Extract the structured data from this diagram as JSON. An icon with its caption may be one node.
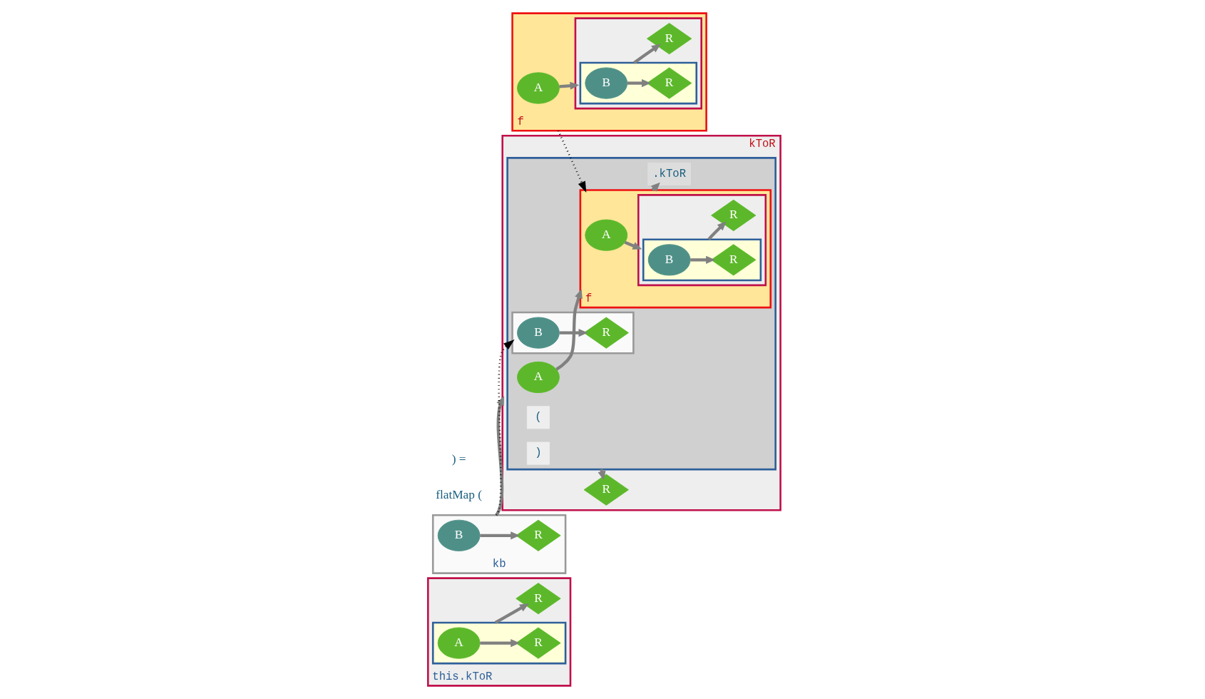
{
  "diagram": {
    "nodes": [
      {
        "text": [
          "this.kToR"
        ]
      },
      {
        "text": [],
        "shape": "box",
        "in": 0
      },
      {
        "text": [
          "A"
        ],
        "in": 1
      },
      {
        "text": [
          "R"
        ],
        "in": 1
      },
      {
        "text": [
          "R"
        ],
        "in": 0
      },
      {
        "text": [
          "f"
        ]
      },
      {
        "text": [
          "A"
        ],
        "in": 5
      },
      {
        "text": [],
        "shape": "box",
        "in": 5
      },
      {
        "text": [],
        "shape": "box",
        "in": 7
      },
      {
        "text": [
          "B"
        ],
        "in": 8
      },
      {
        "text": [
          "R"
        ],
        "in": 8
      },
      {
        "text": [
          "R"
        ],
        "in": 7
      },
      {
        "text": [
          "kb"
        ]
      },
      {
        "text": [
          "B"
        ],
        "in": 12
      },
      {
        "text": [
          "R"
        ],
        "in": 12
      },
      {
        "text": [
          "kToR"
        ]
      },
      {
        "text": [],
        "shape": "box",
        "in": 15
      },
      {
        "text": [
          "A"
        ],
        "in": 16
      },
      {
        "text": [
          "f"
        ],
        "in": 16
      },
      {
        "text": [
          "A"
        ],
        "in": 18
      },
      {
        "text": [],
        "shape": "box",
        "in": 18
      },
      {
        "text": [],
        "shape": "box",
        "in": 20
      },
      {
        "text": [
          "B"
        ],
        "in": 21
      },
      {
        "text": [
          "R"
        ],
        "in": 21
      },
      {
        "text": [
          "R"
        ],
        "in": 20
      },
      {
        "text": [
          ".kToR"
        ],
        "in": 16
      },
      {
        "text": [
          "("
        ],
        "in": 16
      },
      {
        "text": [],
        "shape": "box",
        "in": 16
      },
      {
        "text": [
          "B"
        ],
        "in": 27
      },
      {
        "text": [
          "R"
        ],
        "in": 27
      },
      {
        "text": [
          ")"
        ],
        "in": 16
      },
      {
        "text": [
          "R"
        ],
        "in": 15
      }
    ],
    "edges": [
      {
        "from": 2,
        "to": 3,
        "arrow": "to"
      },
      {
        "from": 1,
        "to": 4,
        "arrow": "to"
      },
      {
        "from": 6,
        "to": 7,
        "arrow": "to"
      },
      {
        "from": 9,
        "to": 10,
        "arrow": "to"
      },
      {
        "from": 8,
        "to": 11,
        "arrow": "to"
      },
      {
        "from": 13,
        "to": 14,
        "arrow": "to"
      },
      {
        "from": 12,
        "to": 15,
        "arrow": "to"
      },
      {
        "from": 17,
        "to": 18,
        "arrow": "to"
      },
      {
        "from": 19,
        "to": 20,
        "arrow": "to"
      },
      {
        "from": 22,
        "to": 23,
        "arrow": "to"
      },
      {
        "from": 21,
        "to": 24,
        "arrow": "to"
      },
      {
        "from": 18,
        "to": 25,
        "arrow": "to"
      },
      {
        "from": 28,
        "to": 29,
        "arrow": "to"
      },
      {
        "from": 16,
        "to": 31,
        "arrow": "to"
      },
      {
        "from": 5,
        "to": 18,
        "arrow": "to",
        "style": "dashed",
        "color": "#000000"
      },
      {
        "from": 12,
        "to": 27,
        "arrow": "to",
        "style": "dashed",
        "color": "#000000"
      }
    ],
    "labels": [
      "flatMap (",
      ") ="
    ]
  }
}
